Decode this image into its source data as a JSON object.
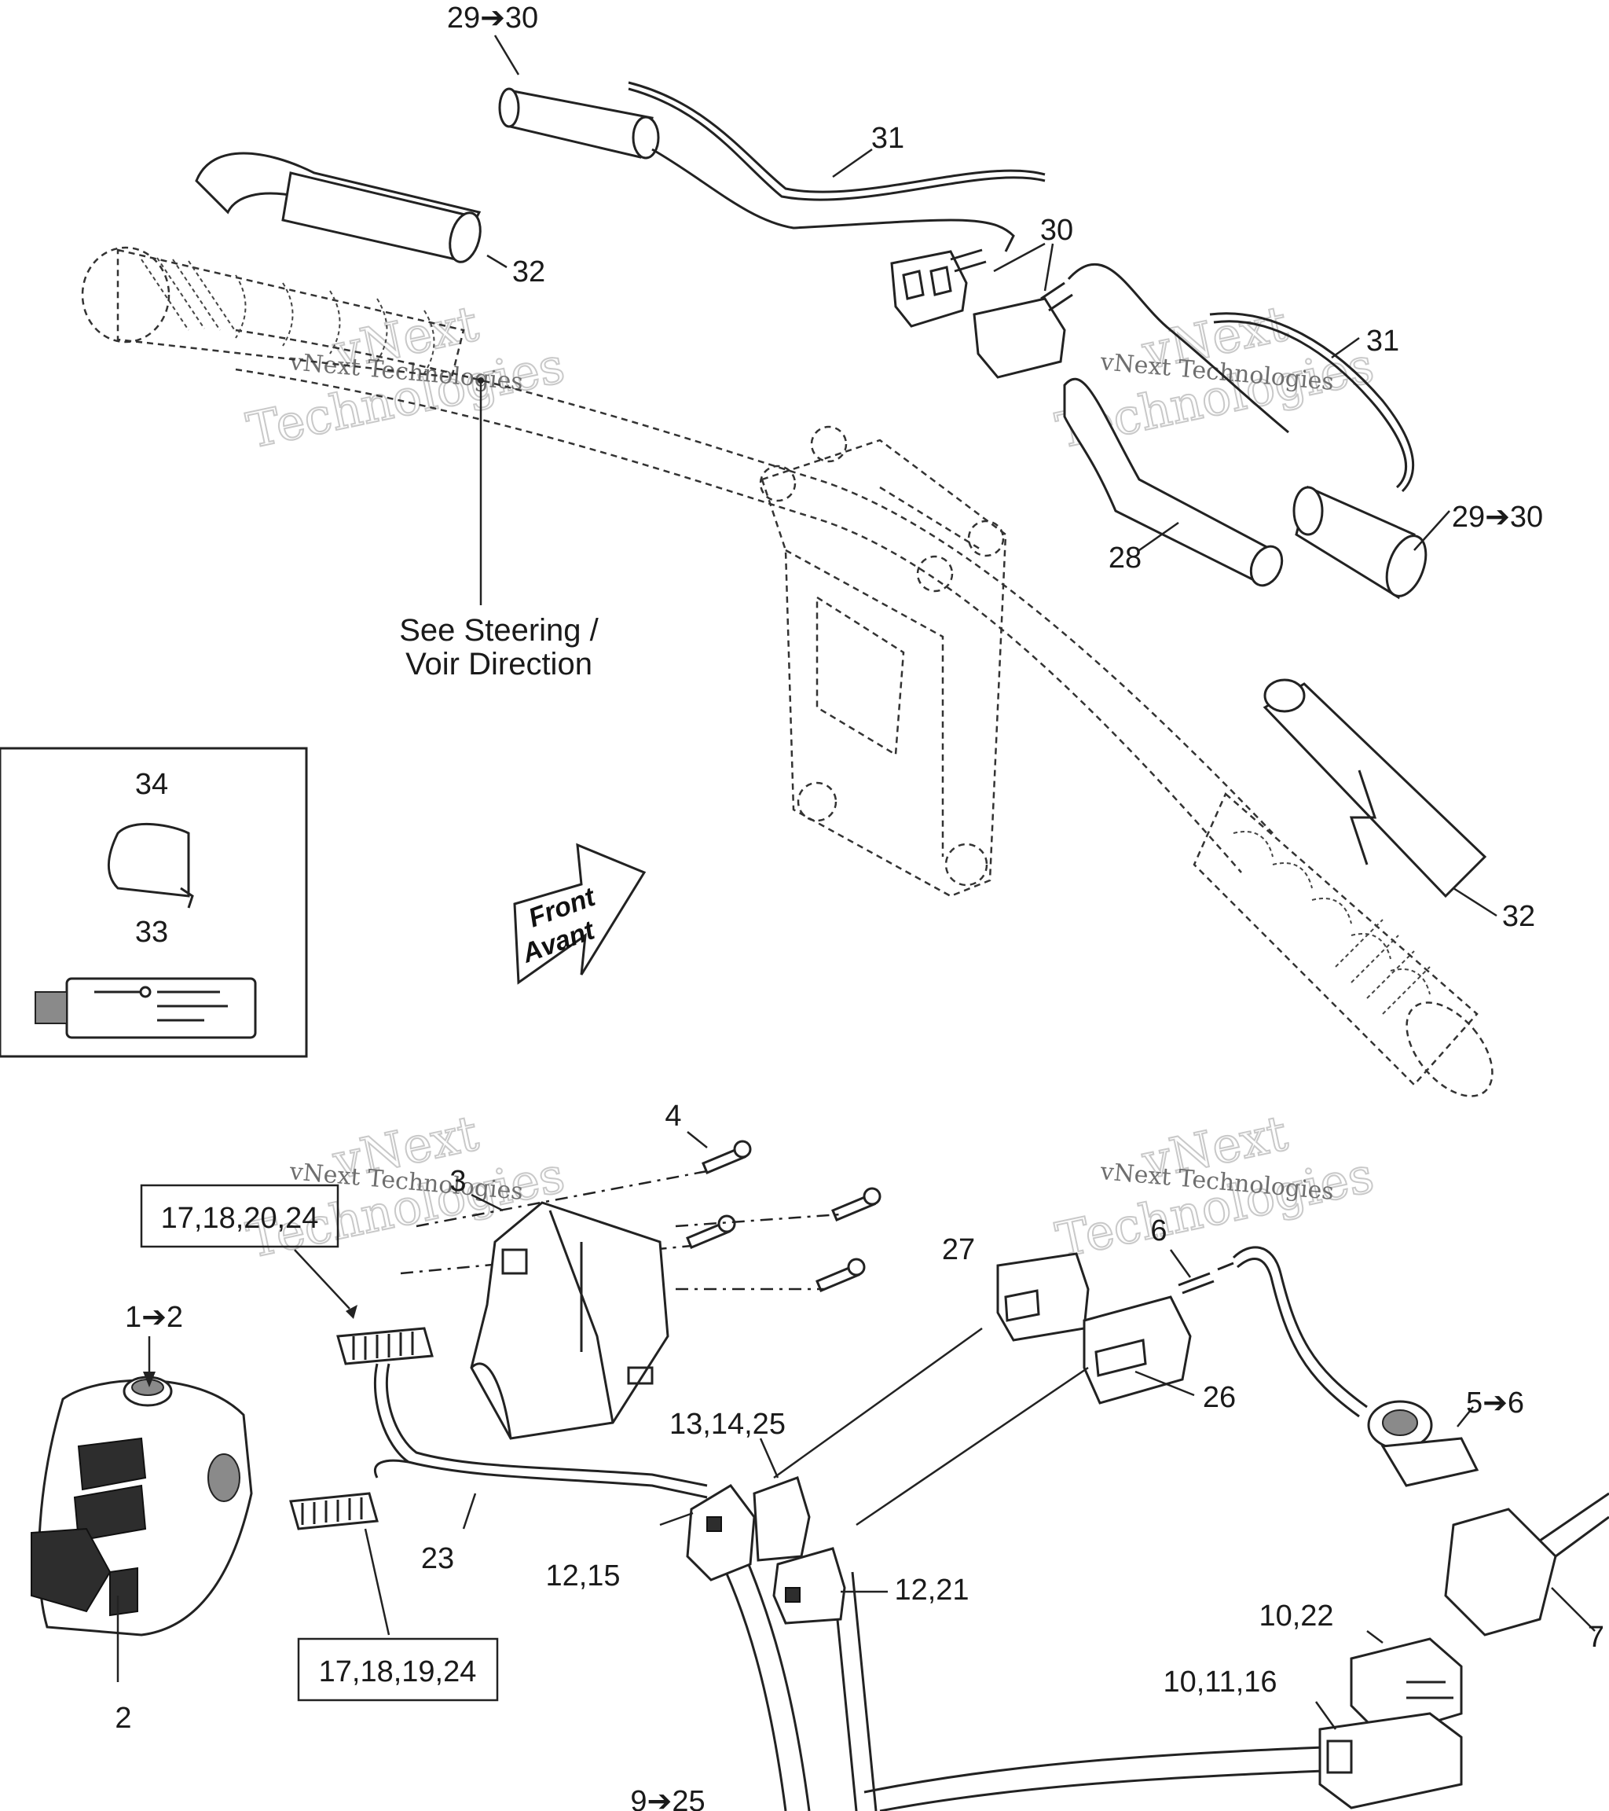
{
  "callouts": {
    "c_29_30_top": "29➔30",
    "c_31_top": "31",
    "c_32_top": "32",
    "c_30": "30",
    "c_31_right": "31",
    "c_29_30_right": "29➔30",
    "c_28": "28",
    "c_34": "34",
    "c_33": "33",
    "c_32_right": "32",
    "c_4": "4",
    "c_3": "3",
    "c_17_18_20_24": "17,18,20,24",
    "c_27": "27",
    "c_6": "6",
    "c_1_2": "1➔2",
    "c_26": "26",
    "c_5_6": "5➔6",
    "c_13_14_25": "13,14,25",
    "c_23": "23",
    "c_12_15": "12,15",
    "c_12_21": "12,21",
    "c_2": "2",
    "c_17_18_19_24": "17,18,19,24",
    "c_10_22": "10,22",
    "c_10_11_16": "10,11,16",
    "c_7": "7",
    "c_9_25": "9➔25"
  },
  "steering_note": {
    "line1": "See Steering /",
    "line2": "Voir Direction"
  },
  "front_arrow": {
    "line1": "Front",
    "line2": "Avant"
  },
  "watermark": {
    "small": "vNext Technologies",
    "big_1": "vNext",
    "big_2": "Technologies"
  },
  "icons": {
    "front": "front-direction-arrow-icon"
  }
}
